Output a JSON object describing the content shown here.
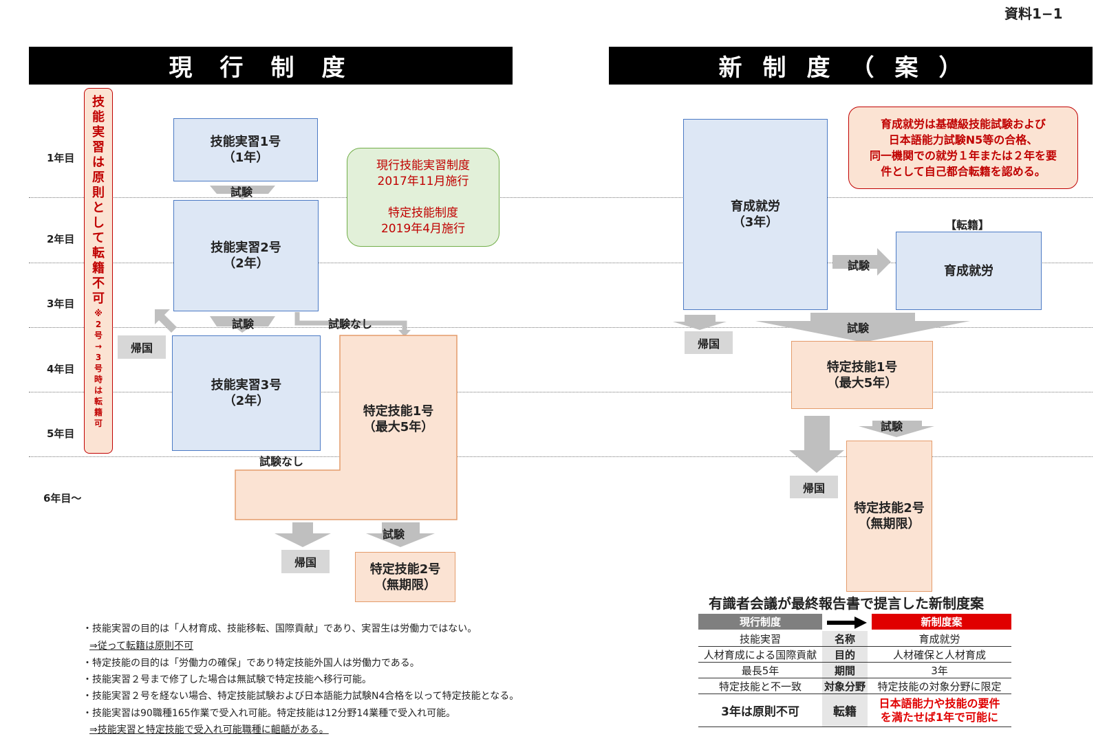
{
  "doc_label": "資料1−1",
  "left": {
    "header": "現行制度",
    "years": [
      "1年目",
      "2年目",
      "3年目",
      "4年目",
      "5年目",
      "6年目〜"
    ],
    "vertical_note_main": "技能実習は原則として転籍不可",
    "vertical_note_sub": "※2号→3号時は転籍可",
    "boxes": {
      "intern1": {
        "line1": "技能実習1号",
        "line2": "（1年）"
      },
      "intern2": {
        "line1": "技能実習2号",
        "line2": "（2年）"
      },
      "intern3": {
        "line1": "技能実習3号",
        "line2": "（2年）"
      },
      "ssw1": {
        "line1": "特定技能1号",
        "line2": "（最大5年）"
      },
      "ssw2": {
        "line1": "特定技能2号",
        "line2": "（無期限）"
      }
    },
    "green_box": {
      "line1": "現行技能実習制度",
      "line2": "2017年11月施行",
      "line3": "特定技能制度",
      "line4": "2019年4月施行"
    },
    "labels": {
      "exam1": "試験",
      "exam2": "試験",
      "no_exam1": "試験なし",
      "no_exam2": "試験なし",
      "exam3": "試験",
      "return1": "帰国",
      "return2": "帰国"
    },
    "notes": [
      "・技能実習の目的は「人材育成、技能移転、国際貢献」であり、実習生は労働力ではない。",
      "⇒従って転籍は原則不可",
      "・特定技能の目的は「労働力の確保」であり特定技能外国人は労働力である。",
      "・技能実習２号まで修了した場合は無試験で特定技能へ移行可能。",
      "・技能実習２号を経ない場合、特定技能試験および日本語能力試験N4合格を以って特定技能となる。",
      "・技能実習は90職種165作業で受入れ可能。特定技能は12分野14業種で受入れ可能。",
      "⇒技能実習と特定技能で受入れ可能職種に齟齬がある。"
    ]
  },
  "right": {
    "header": "新制度（案）",
    "red_box": [
      "育成就労は基礎級技能試験および",
      "日本語能力試験N5等の合格、",
      "同一機関での就労１年または２年を要",
      "件として自己都合転籍を認める。"
    ],
    "transfer_label": "【転籍】",
    "boxes": {
      "training": {
        "line1": "育成就労",
        "line2": "（3年）"
      },
      "training2": {
        "line1": "育成就労"
      },
      "ssw1": {
        "line1": "特定技能1号",
        "line2": "（最大5年）"
      },
      "ssw2": {
        "line1": "特定技能2号",
        "line2": "（無期限）"
      }
    },
    "labels": {
      "exam_transfer": "試験",
      "exam_big": "試験",
      "exam_ssw2": "試験",
      "return1": "帰国",
      "return2": "帰国"
    },
    "table": {
      "title": "有識者会議が最終報告書で提言した新制度案",
      "col_current": "現行制度",
      "col_new": "新制度案",
      "rows": [
        {
          "current": "技能実習",
          "label": "名称",
          "new": "育成就労"
        },
        {
          "current": "人材育成による国際貢献",
          "label": "目的",
          "new": "人材確保と人材育成"
        },
        {
          "current": "最長5年",
          "label": "期間",
          "new": "3年"
        },
        {
          "current": "特定技能と不一致",
          "label": "対象分野",
          "new": "特定技能の対象分野に限定"
        },
        {
          "current": "3年は原則不可",
          "label": "転籍",
          "new1": "日本語能力や技能の要件",
          "new2": "を満たせば1年で可能に"
        }
      ]
    }
  },
  "colors": {
    "blue_fill": "#dde7f5",
    "blue_border": "#4a79c4",
    "peach_fill": "#fbe3d3",
    "peach_border": "#e49b6a",
    "green_fill": "#e2f0d9",
    "green_border": "#70ad47",
    "red_text": "#c00000",
    "gray_arrow": "#bfbfbf"
  }
}
